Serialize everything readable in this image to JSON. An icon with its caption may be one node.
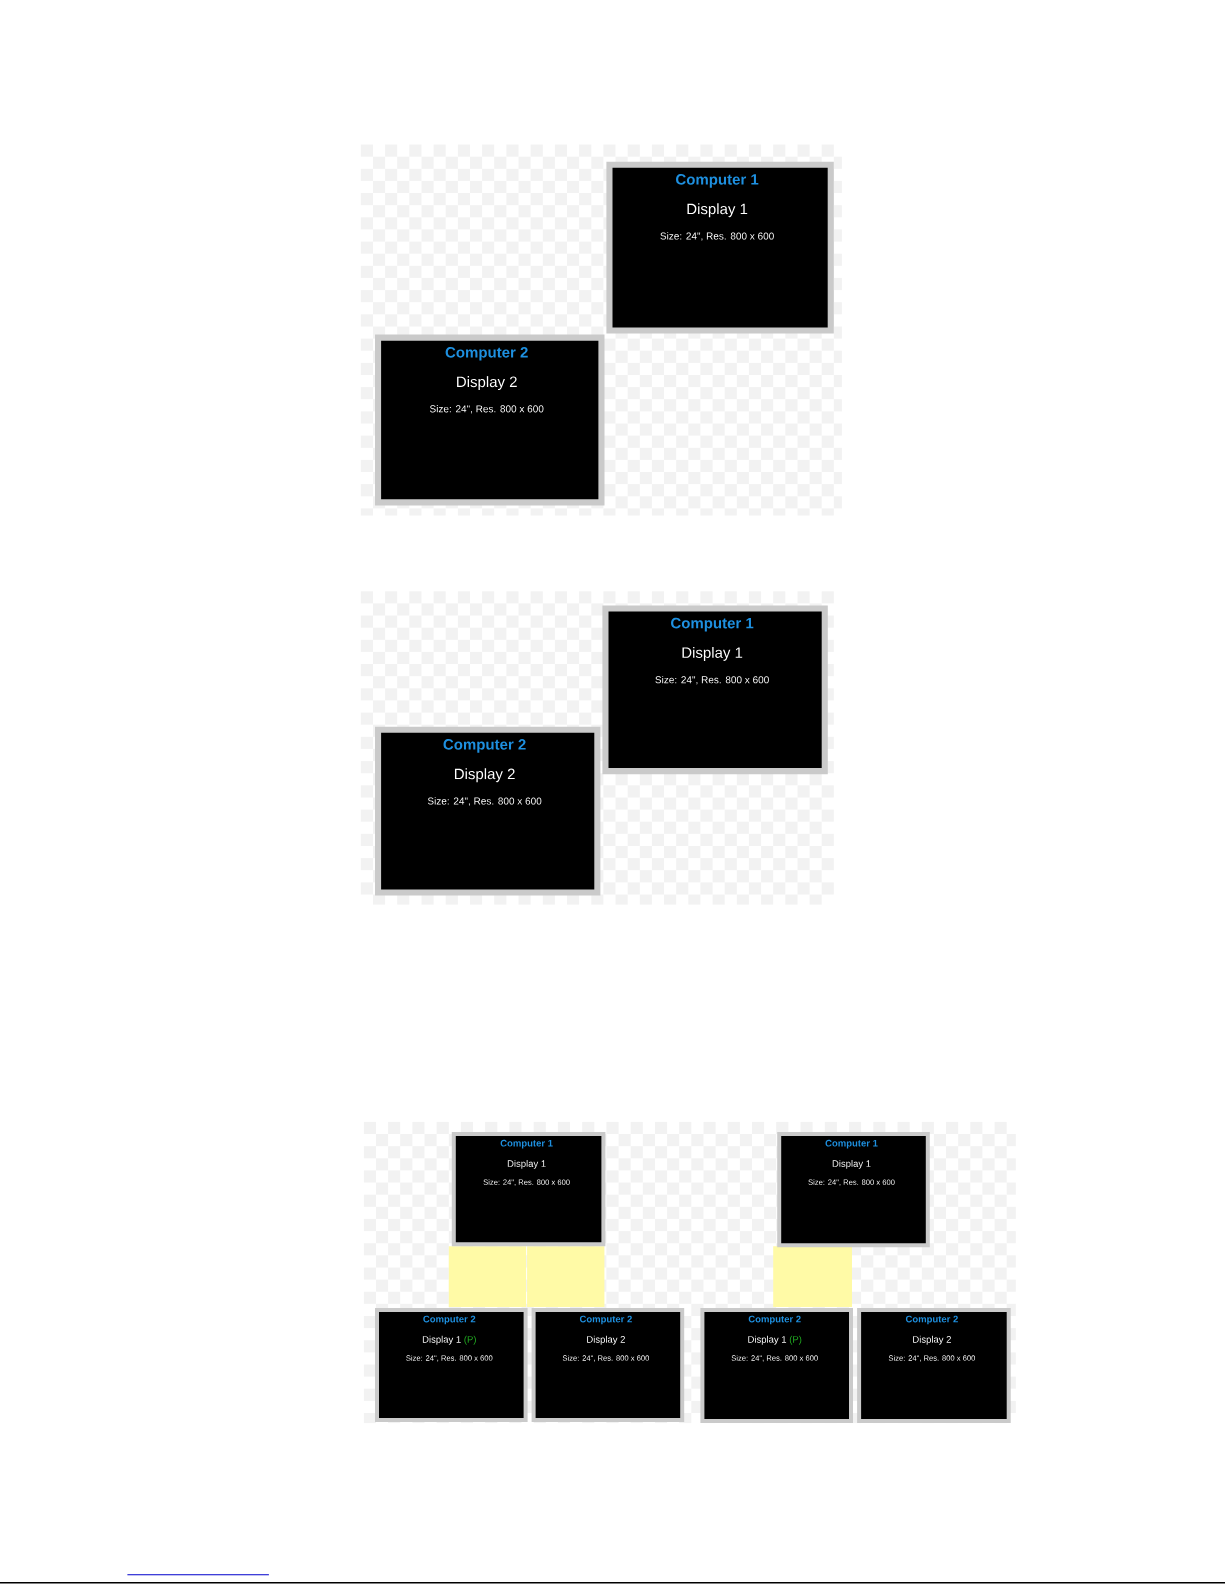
{
  "diagram": {
    "nodes": [
      {
        "text": [
          "Computer 1",
          "Display 1",
          "Size: 24\", Res. 800 x 600"
        ]
      },
      {
        "text": [
          "Computer 2",
          "Display 2",
          "Size: 24\", Res. 800 x 600"
        ]
      },
      {
        "text": [
          "Computer 1",
          "Display 1",
          "Size: 24\", Res. 800 x 600"
        ]
      },
      {
        "text": [
          "Computer 2",
          "Display 2",
          "Size: 24\", Res. 800 x 600"
        ]
      },
      {
        "text": [
          "Computer 1",
          "Display 1",
          "Size: 24\", Res. 800 x 600"
        ]
      },
      {
        "text": [
          "Computer 2",
          "Display 1",
          "(P)",
          "Size: 24\", Res. 800 x 600"
        ]
      },
      {
        "text": [
          "Computer 2",
          "Display 2",
          "Size: 24\", Res. 800 x 600"
        ]
      },
      {
        "text": [
          "Computer 1",
          "Display 1",
          "Size: 24\", Res. 800 x 600"
        ]
      },
      {
        "text": [
          "Computer 2",
          "Display 1",
          "(P)",
          "Size: 24\", Res. 800 x 600"
        ]
      },
      {
        "text": [
          "Computer 2",
          "Display 2",
          "Size: 24\", Res. 800 x 600"
        ]
      }
    ]
  }
}
